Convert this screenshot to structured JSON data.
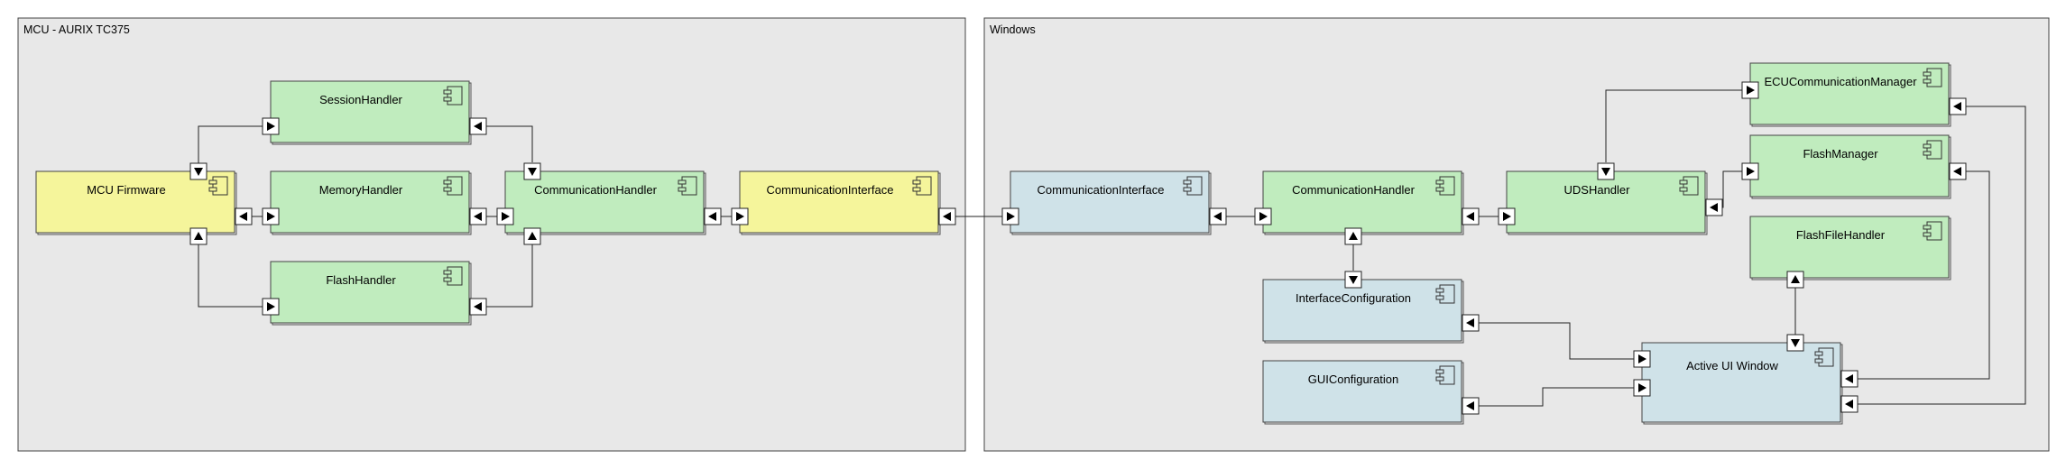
{
  "frames": [
    {
      "id": "mcu",
      "title": "MCU - AURIX TC375"
    },
    {
      "id": "win",
      "title": "Windows"
    }
  ],
  "colors": {
    "yellow": "#f5f59b",
    "green": "#c0ecbe",
    "blue": "#cfe2e8",
    "frame_bg": "#e8e8e8",
    "border": "#444444"
  },
  "components": [
    {
      "id": "mcu_fw",
      "label": "MCU Firmware",
      "color": "yellow"
    },
    {
      "id": "session",
      "label": "SessionHandler",
      "color": "green"
    },
    {
      "id": "memory",
      "label": "MemoryHandler",
      "color": "green"
    },
    {
      "id": "flashh",
      "label": "FlashHandler",
      "color": "green"
    },
    {
      "id": "comm_mcu",
      "label": "CommunicationHandler",
      "color": "green"
    },
    {
      "id": "ci_mcu",
      "label": "CommunicationInterface",
      "color": "yellow"
    },
    {
      "id": "ci_win",
      "label": "CommunicationInterface",
      "color": "blue"
    },
    {
      "id": "comm_win",
      "label": "CommunicationHandler",
      "color": "green"
    },
    {
      "id": "uds",
      "label": "UDSHandler",
      "color": "green"
    },
    {
      "id": "ecucm",
      "label": "ECUCommunicationManager",
      "color": "green"
    },
    {
      "id": "flashmgr",
      "label": "FlashManager",
      "color": "green"
    },
    {
      "id": "ffh",
      "label": "FlashFileHandler",
      "color": "green"
    },
    {
      "id": "ifcfg",
      "label": "InterfaceConfiguration",
      "color": "blue"
    },
    {
      "id": "guicfg",
      "label": "GUIConfiguration",
      "color": "blue"
    },
    {
      "id": "aui",
      "label": "Active UI Window",
      "color": "blue"
    }
  ]
}
